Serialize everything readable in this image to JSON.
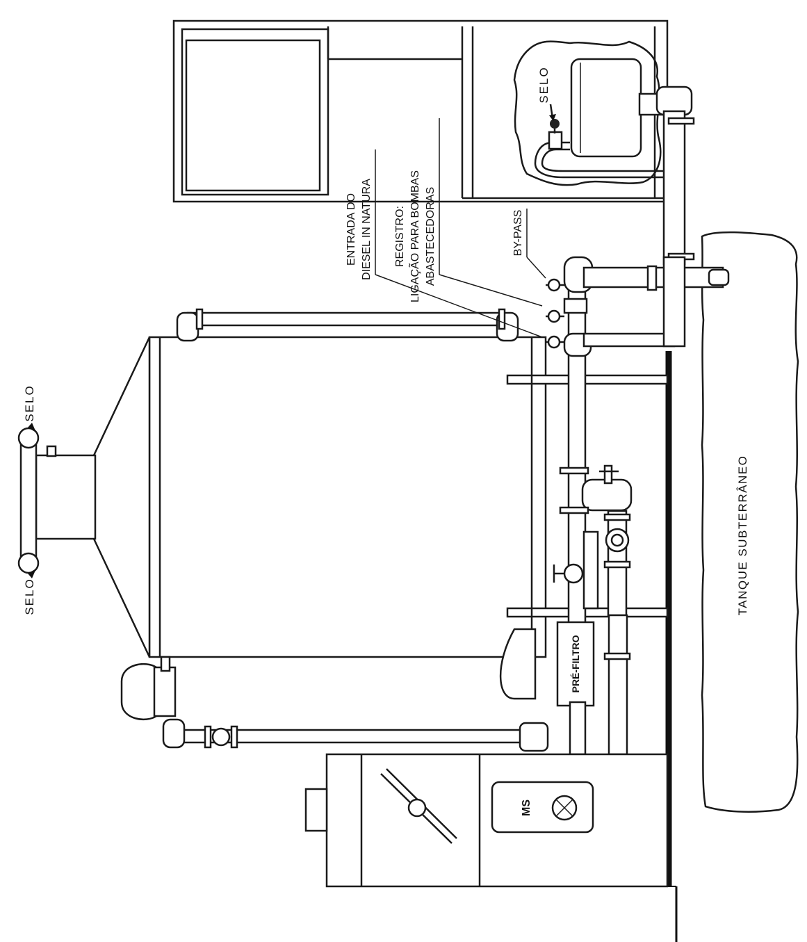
{
  "labels": {
    "selo_top_right": "SELO",
    "selo_top_left": "SELO",
    "selo_cabinet": "SELO",
    "entrada_line1": "ENTRADA DO",
    "entrada_line2": "DIESEL IN NATURA",
    "registro_line1": "REGISTRO:",
    "registro_line2": "LIGAÇÃO PARA BOMBAS",
    "registro_line3": "ABASTECEDORAS",
    "bypass": "BY-PASS",
    "tanque": "TANQUE SUBTERRÂNEO",
    "pre_filtro": "PRÉ-FILTRO",
    "ms": "MS"
  }
}
